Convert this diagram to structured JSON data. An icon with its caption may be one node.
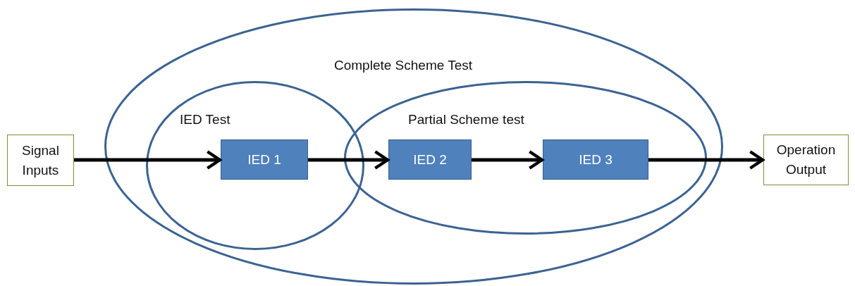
{
  "diagram": {
    "nodes": [
      {
        "text": [
          "Signal Inputs"
        ]
      },
      {
        "text": [
          "Complete Scheme Test"
        ]
      },
      {
        "text": [
          "IED Test"
        ],
        "in": 1
      },
      {
        "text": [
          "IED 1"
        ],
        "in": 2
      },
      {
        "text": [
          "Partial Scheme test"
        ],
        "in": 1
      },
      {
        "text": [
          "IED 2"
        ],
        "in": 4
      },
      {
        "text": [
          "IED 3"
        ],
        "in": 4
      },
      {
        "text": [
          "Operation Output"
        ]
      }
    ],
    "edges": [
      {
        "from": 0,
        "to": 3,
        "arrow": "to"
      },
      {
        "from": 3,
        "to": 5,
        "arrow": "to"
      },
      {
        "from": 5,
        "to": 6,
        "arrow": "to"
      },
      {
        "from": 6,
        "to": 7,
        "arrow": "to"
      }
    ]
  }
}
